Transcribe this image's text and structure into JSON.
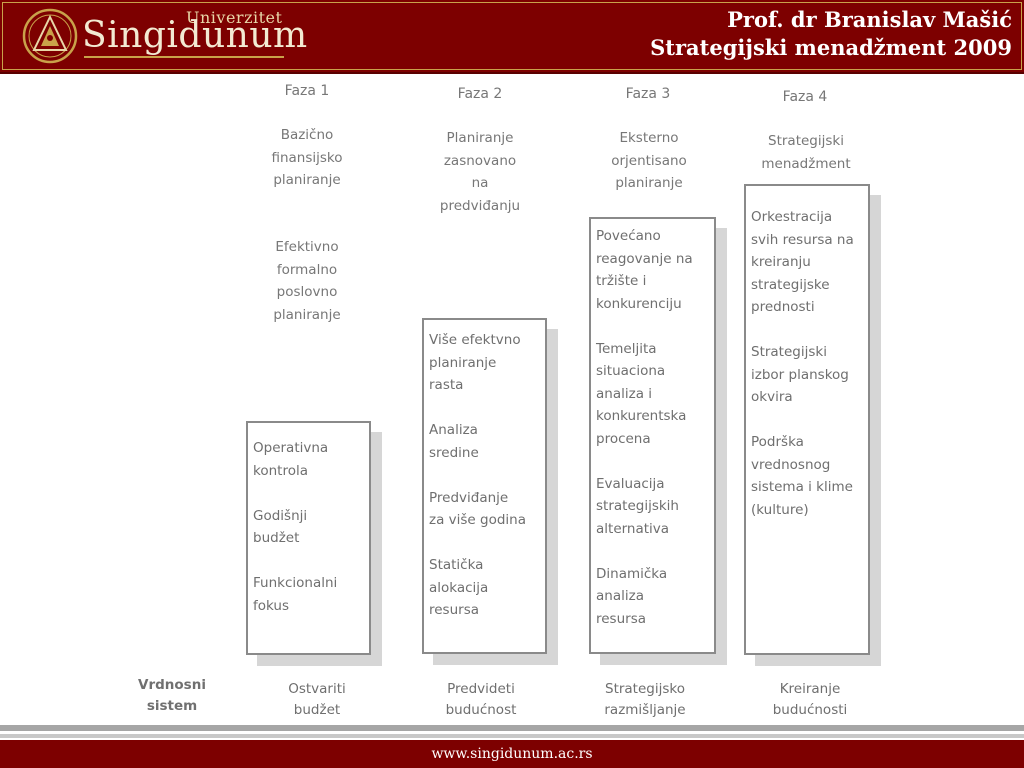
{
  "header": {
    "logo_small": "Univerzitet",
    "logo_main": "Singidunum",
    "title_line1": "Prof. dr Branislav Mašić",
    "title_line2": "Strategijski menadžment 2009"
  },
  "phases": [
    {
      "label": "Faza 1",
      "subtitle": "Bazično\nfinansijsko\nplaniranje",
      "extra": "Efektivno\nformalno\nposlovno\nplaniranje",
      "box": "Operativna\nkontrola\n\nGodišnji\nbudžet\n\nFunkcionalni\nfokus",
      "value": "Ostvariti\nbudžet"
    },
    {
      "label": "Faza 2",
      "subtitle": "Planiranje\nzasnovano\nna\npredviđanju",
      "box": "Više efektvno\nplaniranje\nrasta\n\nAnaliza\nsredine\n\nPredviđanje\nza više godina\n\nStatička\nalokacija\nresursa",
      "value": "Predvideti\nbudućnost"
    },
    {
      "label": "Faza 3",
      "subtitle": "Eksterno\norjentisano\nplaniranje",
      "box": "Povećano\nreagovanje na\ntržište i\nkonkurenciju\n\nTemeljita\nsituaciona\nanaliza i\nkonkurentska\nprocena\n\nEvaluacija\nstrategijskih\nalternativa\n\nDinamička\nanaliza\nresursa",
      "value": "Strategijsko\nrazmišljanje"
    },
    {
      "label": "Faza 4",
      "subtitle": "Strategijski\nmenadžment",
      "box": "Orkestracija\nsvih resursa na\nkreiranju\nstrategijske\nprednosti\n\nStrategijski\nizbor planskog\nokvira\n\nPodrška\nvrednosnog\nsistema i klime\n(kulture)",
      "value": "Kreiranje\nbudućnosti"
    }
  ],
  "value_system_label": "Vrdnosni\nsistem",
  "footer": {
    "url": "www.singidunum.ac.rs"
  },
  "colors": {
    "brand": "#7d0000",
    "gold": "#c9a24a",
    "text_gray": "#777777"
  }
}
